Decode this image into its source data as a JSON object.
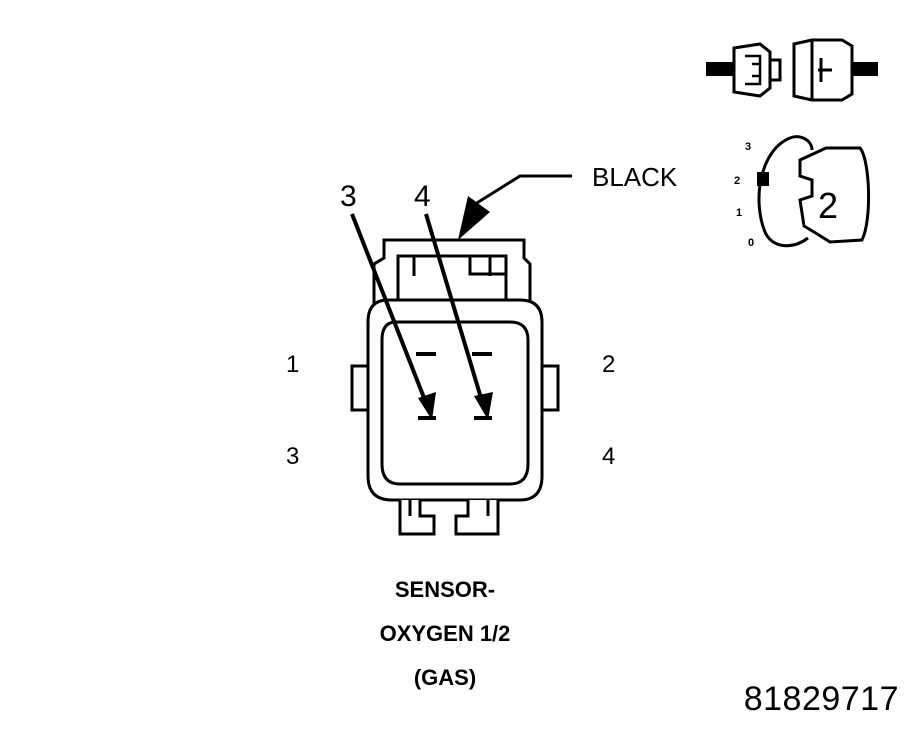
{
  "callouts": {
    "arrow_a": "3",
    "arrow_b": "4",
    "color": "BLACK"
  },
  "pin_labels": {
    "top_left": "1",
    "top_right": "2",
    "bottom_left": "3",
    "bottom_right": "4"
  },
  "caption": {
    "line1": "SENSOR-",
    "line2": "OXYGEN 1/2",
    "line3": "(GAS)"
  },
  "key_dial": {
    "ticks": [
      "3",
      "2",
      "1",
      "0"
    ],
    "value": "2"
  },
  "reference_number": "81829717",
  "icons": [
    "connector-pair-icon",
    "key-dial-icon"
  ]
}
